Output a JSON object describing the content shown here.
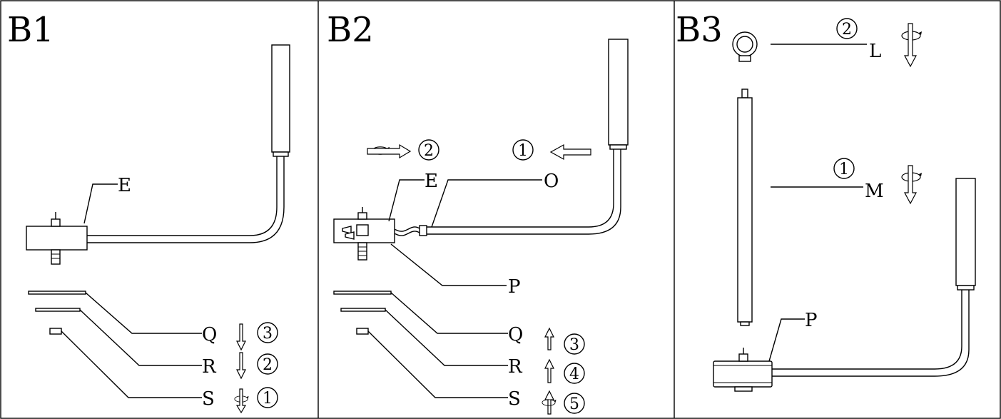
{
  "panels": [
    {
      "title": "B1",
      "part_labels": [
        "E",
        "Q",
        "R",
        "S"
      ],
      "step_numbers": [
        "3",
        "2",
        "1"
      ]
    },
    {
      "title": "B2",
      "part_labels": [
        "E",
        "O",
        "P",
        "Q",
        "R",
        "S"
      ],
      "step_numbers": [
        "2",
        "1",
        "3",
        "4",
        "5"
      ]
    },
    {
      "title": "B3",
      "part_labels": [
        "L",
        "M",
        "P"
      ],
      "step_numbers": [
        "2",
        "1"
      ]
    }
  ],
  "icons": [
    "rotate-arrow-icon",
    "straight-arrow-icon"
  ]
}
